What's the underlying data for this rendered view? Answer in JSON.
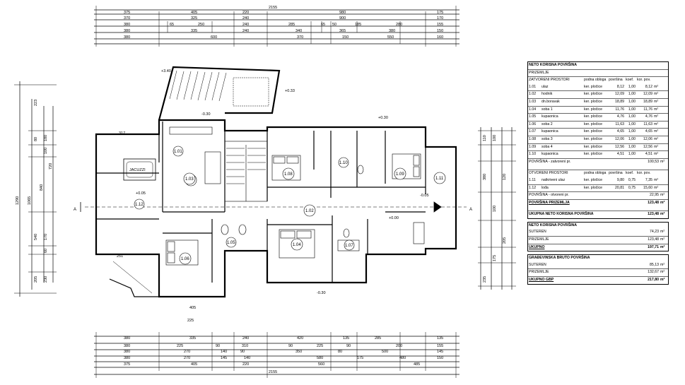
{
  "dimensions": {
    "top_total": "2155",
    "top_rows": [
      [
        "375",
        "405",
        "220",
        "980",
        "175"
      ],
      [
        "370",
        "325",
        "240",
        "900",
        "170"
      ],
      [
        "380",
        "65",
        "250",
        "240",
        "285",
        "65",
        "50",
        "185",
        "280",
        "155"
      ],
      [
        "380",
        "335",
        "240",
        "340",
        "365",
        "380",
        "150"
      ],
      [
        "380",
        "600",
        "370",
        "150",
        "550",
        "160"
      ]
    ],
    "bottom_rows": [
      [
        "380",
        "335",
        "240",
        "420",
        "135",
        "285",
        "135"
      ],
      [
        "380",
        "225",
        "90",
        "310",
        "90",
        "225",
        "90",
        "200",
        "155"
      ],
      [
        "380",
        "270",
        "140",
        "90",
        "350",
        "80",
        "500",
        "145"
      ],
      [
        "380",
        "270",
        "145",
        "140",
        "580",
        "175",
        "480",
        "150"
      ],
      [
        "375",
        "405",
        "220",
        "560",
        "485"
      ]
    ],
    "bottom_total": "2155",
    "left_heights": [
      "1290",
      "1065",
      "840",
      "720"
    ],
    "left_segments": [
      "223",
      "80",
      "180",
      "100",
      "540",
      "170",
      "60",
      "205",
      "230"
    ],
    "right_segments": [
      "110",
      "100",
      "380",
      "120",
      "100",
      "205",
      "175",
      "235"
    ],
    "inner_dims": [
      "317",
      "405",
      "251",
      "225"
    ]
  },
  "levels": [
    "+3.40",
    "+0.33",
    "-0.30",
    "+0.30",
    "-0.05",
    "+0.00",
    "+0.05",
    "-0.30"
  ],
  "section_marks": [
    "A",
    "A"
  ],
  "room_labels": [
    "1.01",
    "1.02",
    "1.03",
    "1.04",
    "1.05",
    "1.06",
    "1.07",
    "1.08",
    "1.09",
    "1.10",
    "1.11",
    "1.12"
  ],
  "jacuzzi_label": "JACUZZI",
  "tables": {
    "net_area": {
      "title": "NETO KORISNA POVRŠINA",
      "floor": "PRIZEMLJE",
      "closed_header": [
        "ZATVORENI PROSTORI",
        "podna obloga",
        "površina",
        "koef.",
        "kor. pov."
      ],
      "closed_rows": [
        [
          "1.01",
          "ulaz",
          "ker. pločice",
          "8,12",
          "1,00",
          "8,12"
        ],
        [
          "1.02",
          "hodnik",
          "ker. pločice",
          "12,09",
          "1,00",
          "12,09"
        ],
        [
          "1.03",
          "dn.boravak",
          "ker. pločice",
          "18,89",
          "1,00",
          "18,89"
        ],
        [
          "1.04",
          "soba 1",
          "ker. pločice",
          "11,76",
          "1,00",
          "11,76"
        ],
        [
          "1.05",
          "kupaonica",
          "ker. pločice",
          "4,76",
          "1,00",
          "4,76"
        ],
        [
          "1.06",
          "soba 2",
          "ker. pločice",
          "11,63",
          "1,00",
          "11,63"
        ],
        [
          "1.07",
          "kupaonica",
          "ker. pločice",
          "4,65",
          "1,00",
          "4,65"
        ],
        [
          "1.08",
          "soba 3",
          "ker. pločice",
          "12,06",
          "1,00",
          "12,06"
        ],
        [
          "1.09",
          "soba 4",
          "ker. pločice",
          "12,56",
          "1,00",
          "12,56"
        ],
        [
          "1.10",
          "kupaonica",
          "ker. pločice",
          "4,51",
          "1,00",
          "4,51"
        ]
      ],
      "closed_sum_label": "POVRŠINA - zatvoreni pr.",
      "closed_sum": "100,53",
      "open_header": [
        "OTVORENI PROSTORI",
        "podna obloga",
        "površina",
        "koef.",
        "kor. pov."
      ],
      "open_rows": [
        [
          "1.11",
          "natkriveni ulaz",
          "ker. pločice",
          "9,80",
          "0,75",
          "7,35"
        ],
        [
          "1.12",
          "lođa",
          "ker. pločice",
          "20,81",
          "0,75",
          "15,60"
        ]
      ],
      "open_sum_label": "POVRŠINA - otvoreni pr.",
      "open_sum": "22,95",
      "floor_sum_label": "POVRŠINA PRIZEMLJA",
      "floor_sum": "123,48",
      "total_label": "UKUPNA NETO KORISNA POVRŠINA",
      "total": "123,48",
      "unit": "m²"
    },
    "net_summary": {
      "title": "NETO KORISNA POVRŠINA",
      "rows": [
        [
          "SUTEREN",
          "74,23"
        ],
        [
          "PRIZEMLJE",
          "123,48"
        ],
        [
          "UKUPNO",
          "197,71"
        ]
      ],
      "unit": "m²"
    },
    "gross": {
      "title": "GRAĐEVINSKA BRUTO POVRŠINA",
      "rows": [
        [
          "SUTEREN",
          "85,13"
        ],
        [
          "PRIZEMLJE",
          "132,67"
        ],
        [
          "UKUPNO GBP",
          "217,80"
        ]
      ],
      "unit": "m²"
    }
  }
}
